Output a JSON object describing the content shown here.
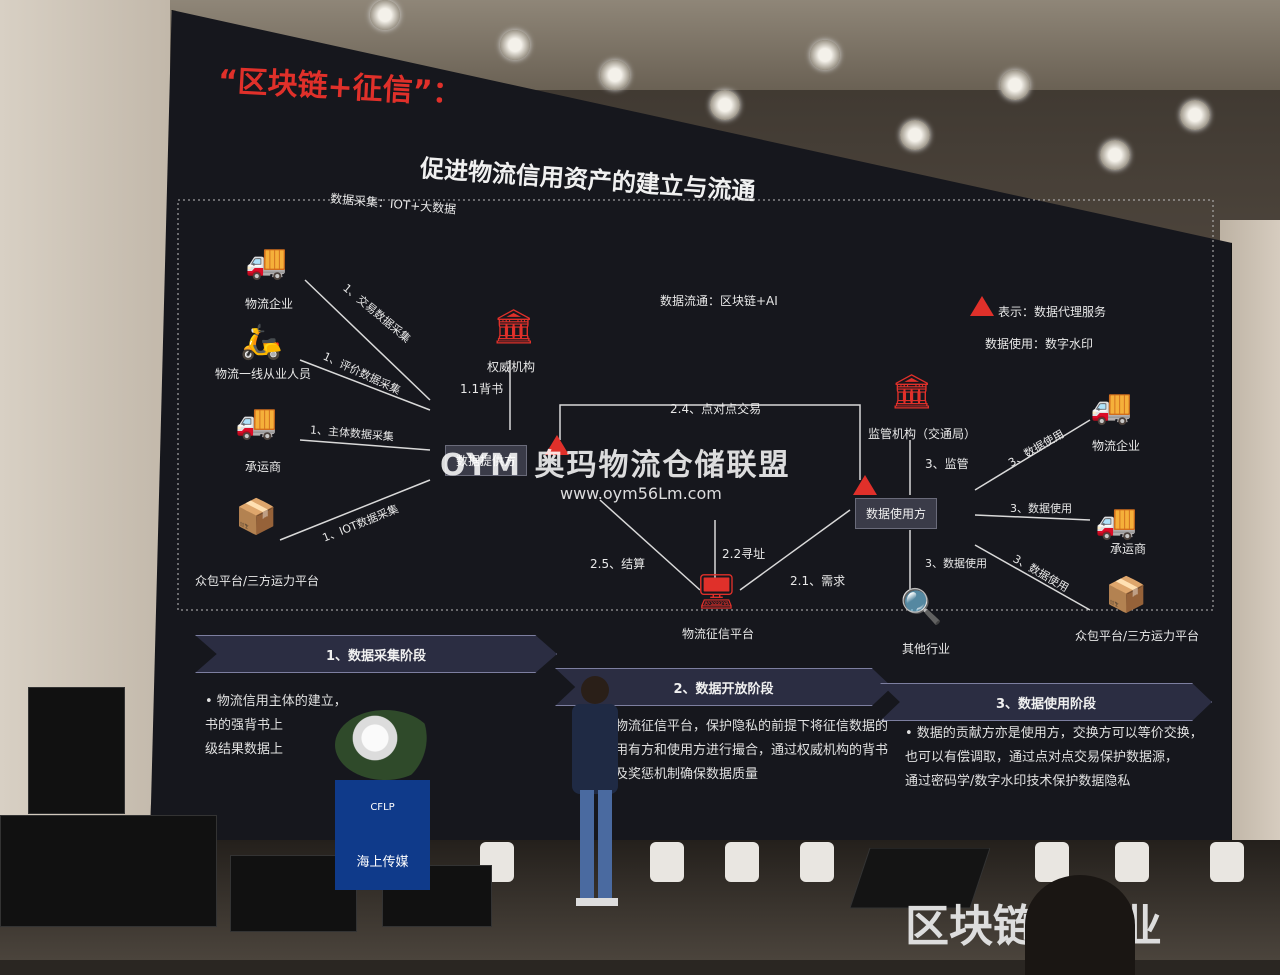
{
  "slide": {
    "title_red": "“区块链+征信”",
    "title_colon": "：",
    "title_white": "促进物流信用资产的建立与流通",
    "collect_header": "数据采集：IOT+大数据",
    "flow_header": "数据流通：区块链+AI",
    "legend_text": "表示：数据代理服务",
    "use_header": "数据使用：数字水印"
  },
  "left_nodes": [
    {
      "label": "物流企业",
      "edge": "1、交易数据采集"
    },
    {
      "label": "物流一线从业人员",
      "edge": "1、评价数据采集"
    },
    {
      "label": "承运商",
      "edge": "1、主体数据采集"
    },
    {
      "label": "众包平台/三方运力平台",
      "edge": "1、IOT数据采集"
    }
  ],
  "center": {
    "authority": "权威机构",
    "endorse": "1.1背书",
    "provider": "数据提供方",
    "p2p": "2.4、点对点交易",
    "settle": "2.5、结算",
    "address": "2.2寻址",
    "demand": "2.1、需求",
    "platform": "物流征信平台",
    "user": "数据使用方",
    "regulator": "监管机构（交通局）",
    "supervise": "3、监管",
    "other": "其他行业"
  },
  "right_nodes": [
    {
      "label": "物流企业",
      "edge": "3、数据使用"
    },
    {
      "label": "承运商",
      "edge": "3、数据使用"
    },
    {
      "label": "众包平台/三方运力平台",
      "edge": "3、数据使用"
    }
  ],
  "other_edge": "3、数据使用",
  "phases": [
    {
      "title": "1、数据采集阶段",
      "text": [
        "• 物流信用主体的建立，",
        "书的强背书上",
        "级结果数据上"
      ]
    },
    {
      "title": "2、数据开放阶段",
      "text": [
        "物流征信平台，保护隐私的前提下将征信数据的",
        "用有方和使用方进行撮合，通过权威机构的背书",
        "及奖惩机制确保数据质量"
      ]
    },
    {
      "title": "3、数据使用阶段",
      "text": [
        "• 数据的贡献方亦是使用方，交换方可以等价交换，",
        "也可以有偿调取，通过点对点交易保护数据源，",
        "通过密码学/数字水印技术保护数据隐私"
      ]
    }
  ],
  "watermark": {
    "brand": "OYM",
    "name": "奥玛物流仓储联盟",
    "url": "www.oym56Lm.com"
  },
  "podium": {
    "logo": "CFLP",
    "sign": "海上传媒"
  },
  "banner": "区块链+产业",
  "colors": {
    "accent": "#e0302a",
    "screen": "#16171d",
    "phase": "#2b2d42"
  }
}
